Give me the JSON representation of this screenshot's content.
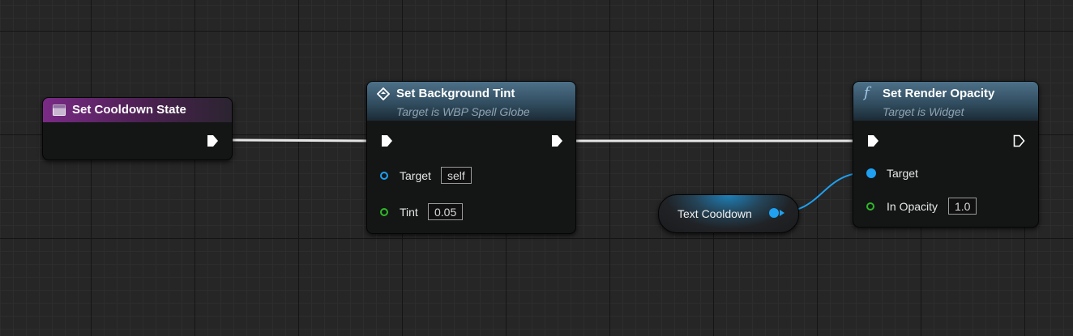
{
  "nodes": {
    "set_cooldown_state": {
      "title": "Set Cooldown State",
      "icon": "event-icon",
      "header_color": "#7a2a86"
    },
    "set_background_tint": {
      "title": "Set Background Tint",
      "subtitle": "Target is WBP Spell Globe",
      "icon": "diamond-icon",
      "header_color": "#4d7189",
      "pins": {
        "target_label": "Target",
        "target_value": "self",
        "tint_label": "Tint",
        "tint_value": "0.05"
      }
    },
    "text_cooldown": {
      "label": "Text Cooldown",
      "pin_color": "#1fa0f0"
    },
    "set_render_opacity": {
      "title": "Set Render Opacity",
      "subtitle": "Target is Widget",
      "icon": "function-icon",
      "icon_glyph": "f",
      "header_color": "#4d7189",
      "pins": {
        "target_label": "Target",
        "in_opacity_label": "In Opacity",
        "in_opacity_value": "1.0"
      }
    }
  },
  "colors": {
    "exec_wire": "#ffffff",
    "object_pin": "#1fa0f0",
    "float_pin": "#2fb829"
  }
}
